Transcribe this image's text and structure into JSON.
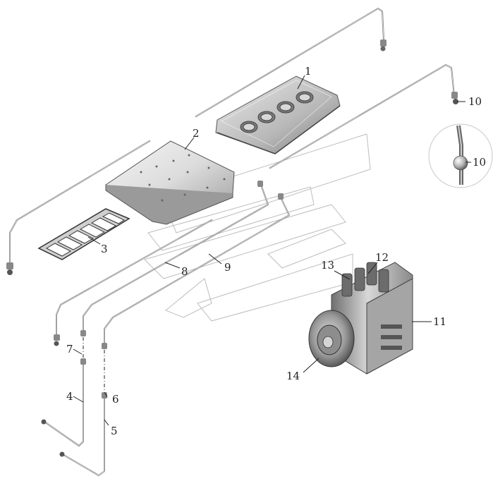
{
  "callouts": {
    "c1": "1",
    "c2": "2",
    "c3": "3",
    "c4": "4",
    "c5": "5",
    "c6": "6",
    "c7": "7",
    "c8": "8",
    "c9": "9",
    "c10": "10",
    "c10b": "10",
    "c11": "11",
    "c12": "12",
    "c13": "13",
    "c14": "14"
  }
}
